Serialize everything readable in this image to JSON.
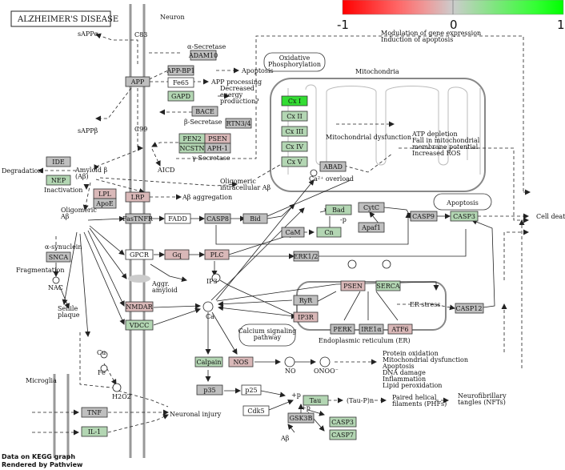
{
  "title": "ALZHEIMER'S DISEASE",
  "footer": [
    "Data on KEGG graph",
    "Rendered by Pathview"
  ],
  "colors": {
    "gray": "#bfbfbf",
    "green": "#b3d6b3",
    "bright_green": "#33dd33",
    "pink": "#d9b8b8",
    "white": "#ffffff"
  },
  "legend": {
    "ticks": [
      "-1",
      "0",
      "1"
    ],
    "scale": [
      "#ff0000",
      "#ff3333",
      "#ff6666",
      "#ee9999",
      "#cccccc",
      "#99dd99",
      "#66ee66",
      "#33ff33",
      "#00ff00"
    ]
  },
  "compartments": {
    "neuron": "Neuron",
    "mitochondria": "Mitochondria",
    "oxidative": "Oxidative\nPhosphorylation",
    "apoptosis": "Apoptosis",
    "calcium": "Calcium signaling\npathway",
    "er": "Endoplasmic reticulum (ER)",
    "microglia": "Microglia"
  },
  "genes": [
    {
      "id": "ADAM10",
      "c": "gray"
    },
    {
      "id": "APP-BP1",
      "c": "gray"
    },
    {
      "id": "APP",
      "c": "gray"
    },
    {
      "id": "Fe65",
      "c": "white"
    },
    {
      "id": "GAPD",
      "c": "green"
    },
    {
      "id": "BACE",
      "c": "gray"
    },
    {
      "id": "RTN3/4",
      "c": "gray"
    },
    {
      "id": "PEN2",
      "c": "green"
    },
    {
      "id": "PSEN",
      "c": "pink"
    },
    {
      "id": "NCSTN",
      "c": "green"
    },
    {
      "id": "APH-1",
      "c": "gray"
    },
    {
      "id": "IDE",
      "c": "gray"
    },
    {
      "id": "NEP",
      "c": "green"
    },
    {
      "id": "LPL",
      "c": "pink"
    },
    {
      "id": "ApoE",
      "c": "gray"
    },
    {
      "id": "LRP",
      "c": "pink"
    },
    {
      "id": "FasTNFR",
      "c": "gray"
    },
    {
      "id": "FADD",
      "c": "white"
    },
    {
      "id": "CASP8",
      "c": "gray"
    },
    {
      "id": "Bid",
      "c": "gray"
    },
    {
      "id": "GPCR",
      "c": "white"
    },
    {
      "id": "Gq",
      "c": "pink"
    },
    {
      "id": "PLC",
      "c": "pink"
    },
    {
      "id": "SNCA",
      "c": "gray"
    },
    {
      "id": "NMDAR",
      "c": "pink"
    },
    {
      "id": "VDCC",
      "c": "green"
    },
    {
      "id": "Cx I",
      "c": "bright_green"
    },
    {
      "id": "Cx II",
      "c": "green"
    },
    {
      "id": "Cx III",
      "c": "green"
    },
    {
      "id": "Cx IV",
      "c": "green"
    },
    {
      "id": "Cx V",
      "c": "green"
    },
    {
      "id": "ABAD",
      "c": "gray"
    },
    {
      "id": "Bad",
      "c": "green"
    },
    {
      "id": "CytC",
      "c": "gray"
    },
    {
      "id": "CASP9",
      "c": "gray"
    },
    {
      "id": "CASP3",
      "c": "green"
    },
    {
      "id": "Apaf1",
      "c": "gray"
    },
    {
      "id": "CaM",
      "c": "gray"
    },
    {
      "id": "Cn",
      "c": "green"
    },
    {
      "id": "ERK1/2",
      "c": "gray"
    },
    {
      "id": "PSEN",
      "c": "pink"
    },
    {
      "id": "SERCA",
      "c": "green"
    },
    {
      "id": "RyR",
      "c": "gray"
    },
    {
      "id": "IP3R",
      "c": "pink"
    },
    {
      "id": "PERK",
      "c": "gray"
    },
    {
      "id": "IRE1α",
      "c": "gray"
    },
    {
      "id": "ATF6",
      "c": "pink"
    },
    {
      "id": "CASP12",
      "c": "gray"
    },
    {
      "id": "Calpain",
      "c": "green"
    },
    {
      "id": "NOS",
      "c": "pink"
    },
    {
      "id": "p35",
      "c": "gray"
    },
    {
      "id": "p25",
      "c": "white"
    },
    {
      "id": "Cdk5",
      "c": "white"
    },
    {
      "id": "Tau",
      "c": "green"
    },
    {
      "id": "GSK3B",
      "c": "gray"
    },
    {
      "id": "CASP3",
      "c": "green"
    },
    {
      "id": "CASP7",
      "c": "green"
    },
    {
      "id": "TNF",
      "c": "gray"
    },
    {
      "id": "IL-1",
      "c": "green"
    }
  ],
  "labels": {
    "sappa": "sAPPα",
    "c83": "C83",
    "a_secretase": "α-Secretase",
    "apoptosis_l": "Apoptosis",
    "app_processing": "APP processing",
    "decreased_energy": "Decreased\nenergy\nproduction?",
    "b_secretase": "β-Secretase",
    "c99": "C99",
    "sappb": "sAPPβ",
    "g_secretase": "γ-Secretase",
    "aicd": "AICD",
    "degradation": "Degradation",
    "amyloid_b": "Amyloid β\n(Aβ)",
    "inactivation": "Inactivation",
    "oligomeric_intra": "Oligomeric\nintracellular Aβ",
    "ab_aggregation": "Aβ aggregation",
    "oligomeric_ab": "Oligomeric\nAβ",
    "alpha_synuclein": "α-synuclein",
    "fragmentation": "Fragmentation",
    "nac": "NAC",
    "senile_plaque": "Senile\nplaque",
    "aggr_amyloid": "Aggr.\namyloid",
    "ip3": "IP3",
    "ca": "Ca",
    "ca2_overload": "Ca²⁺ overload",
    "modulation": "Modulation of gene expression\nInduction of apoptosis",
    "mito_dysfunction": "Mitochondrial dysfunction",
    "atp_depletion": "ATP depletion\nFall in mitochondrial\nmembrane potential\nIncreased ROS",
    "cell_death": "Cell death",
    "er_stress": "ER stress",
    "p": "-p",
    "no": "NO",
    "onoo": "ONOO⁻",
    "protein_ox": "Protein oxidation\nMitochondrial dysfunction\nApoptosis\nDNA damage\nInflammation\nLipid peroxidation",
    "tau_pn": "(Tau-P)n",
    "phfs": "Paired helical\nfilaments (PHFs)",
    "nfts": "Neurofibrillary\ntangles (NFTs)",
    "ab2": "Aβ",
    "cu": "Cu",
    "fe": "Fe",
    "h2o2": "H2O2",
    "neuronal_injury": "Neuronal injury",
    "plus_p": "+p"
  }
}
